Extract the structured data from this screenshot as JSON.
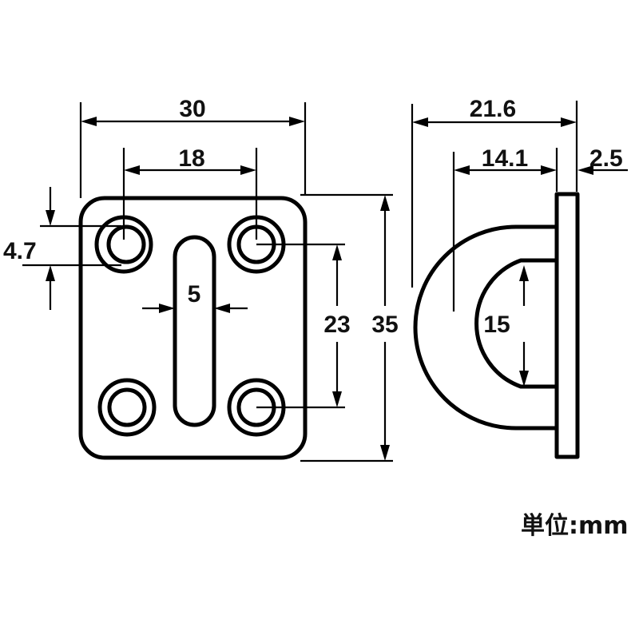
{
  "dimensions": {
    "plate_width": "30",
    "hole_spacing_horizontal": "18",
    "hole_diameter": "4.7",
    "slot_width": "5",
    "hole_spacing_vertical": "23",
    "plate_height": "35",
    "total_depth": "21.6",
    "inner_depth": "14.1",
    "plate_thickness": "2.5",
    "loop_inner_height": "15"
  },
  "unit_label": "単位:mm"
}
